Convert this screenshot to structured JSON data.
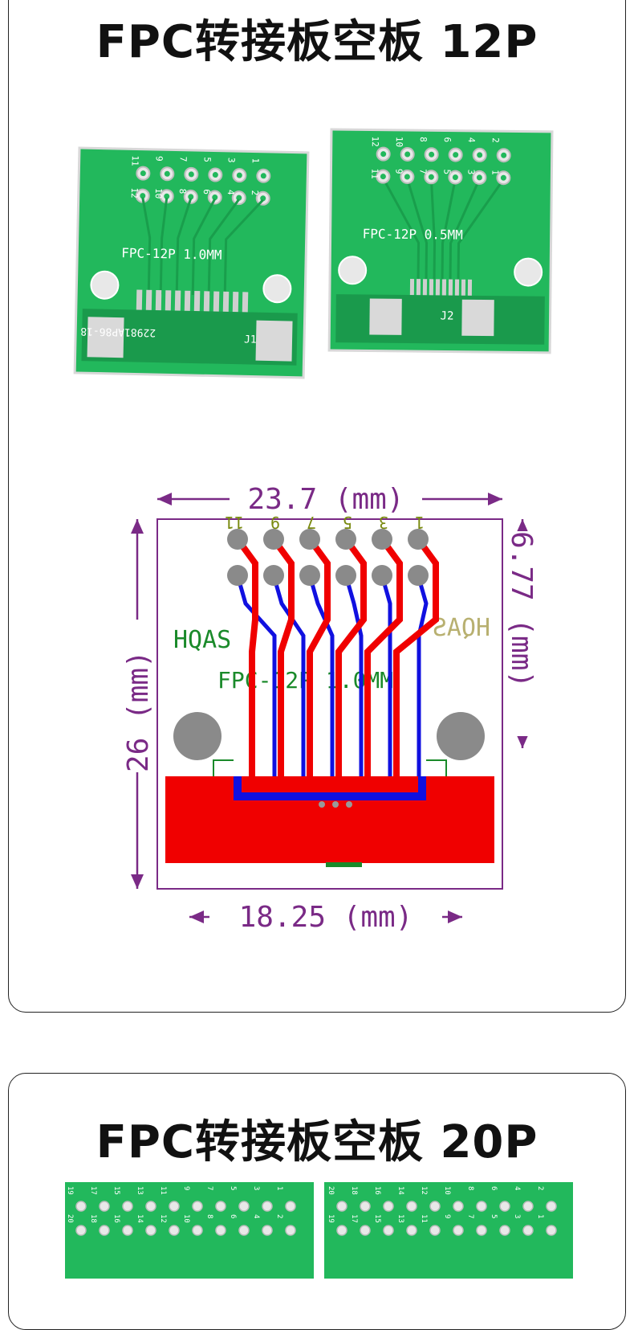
{
  "section1": {
    "title": "FPC转接板空板 12P",
    "board_left": {
      "label": "FPC-12P 1.0MM",
      "ref": "J1",
      "code": "22981AP86-18",
      "pins_top": [
        "11",
        "9",
        "7",
        "5",
        "3",
        "1"
      ],
      "pins_bottom": [
        "12",
        "10",
        "8",
        "6",
        "4",
        "2"
      ]
    },
    "board_right": {
      "label": "FPC-12P 0.5MM",
      "ref": "J2",
      "pins_top": [
        "12",
        "10",
        "8",
        "6",
        "4",
        "2"
      ],
      "pins_bottom": [
        "11",
        "9",
        "7",
        "5",
        "3",
        "1"
      ]
    },
    "drawing": {
      "width_top": "23.7 (mm)",
      "width_bottom": "18.25 (mm)",
      "height_left": "26 (mm)",
      "height_right": "6.77 (mm)",
      "pins_top": [
        "11",
        "9",
        "7",
        "5",
        "3",
        "1"
      ],
      "brand_left": "HQAS",
      "brand_right": "HQAS",
      "label": "FPC-12P 1.0MM"
    }
  },
  "section2": {
    "title": "FPC转接板空板 20P",
    "board_left": {
      "pins_top": [
        "19",
        "17",
        "15",
        "13",
        "11",
        "9",
        "7",
        "5",
        "3",
        "1"
      ],
      "pins_bottom": [
        "20",
        "18",
        "16",
        "14",
        "12",
        "10",
        "8",
        "6",
        "4",
        "2"
      ]
    },
    "board_right": {
      "pins_top": [
        "20",
        "18",
        "16",
        "14",
        "12",
        "10",
        "8",
        "6",
        "4",
        "2"
      ],
      "pins_bottom": [
        "19",
        "17",
        "15",
        "13",
        "11",
        "9",
        "7",
        "5",
        "3",
        "1"
      ]
    }
  },
  "colors": {
    "pcb_green": "#1fb85a",
    "silk": "#ffffff",
    "copper_red": "#f00000",
    "copper_blue": "#1010e0",
    "dimension_purple": "#7a2a86",
    "drill_grey": "#8a8a8a"
  }
}
